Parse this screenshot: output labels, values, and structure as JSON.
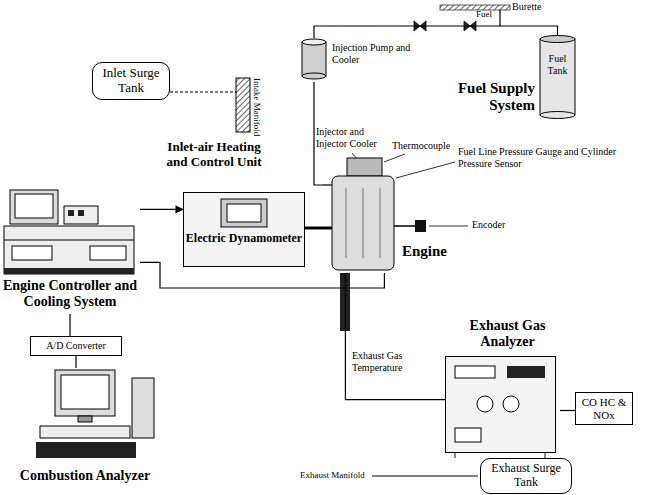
{
  "diagram": {
    "nodes": [
      {
        "text": [
          "Inlet Surge Tank"
        ]
      },
      {
        "text": [
          "Fuel Tank",
          "Fuel Supply System"
        ]
      },
      {
        "text": [
          "Injection Pump and Cooler"
        ]
      },
      {
        "text": [
          "Engine Controller and Cooling System"
        ]
      },
      {
        "text": [
          "Electric Dynamometer"
        ]
      },
      {
        "text": [
          "Engine"
        ]
      },
      {
        "text": [
          "A/D Converter"
        ]
      },
      {
        "text": [
          "Combustion Analyzer"
        ]
      },
      {
        "text": [
          "Exhaust Gas Analyzer"
        ]
      },
      {
        "text": [
          "CO HC & NOx"
        ]
      },
      {
        "text": [
          "Exhaust Surge Tank"
        ]
      }
    ],
    "edges": [
      {
        "from": 1,
        "to": 2,
        "arrow": "none"
      },
      {
        "from": 2,
        "to": 5,
        "arrow": "none"
      },
      {
        "from": 3,
        "to": 4,
        "arrow": "to"
      },
      {
        "from": 3,
        "to": 5,
        "arrow": "none"
      },
      {
        "from": 3,
        "to": 6,
        "arrow": "none"
      },
      {
        "from": 6,
        "to": 7,
        "arrow": "none"
      },
      {
        "from": 5,
        "to": 8,
        "arrow": "none"
      },
      {
        "from": 8,
        "to": 9,
        "arrow": "none"
      }
    ],
    "labels": [
      "Burette",
      "Fuel",
      "Intake Manifold",
      "Inlet-air Heating and Control Unit",
      "Injector and Injector Cooler",
      "Thermocouple",
      "Fuel Line Pressure Gauge and Cylinder Pressure Sensor",
      "Encoder",
      "Exhaust Gas Temperature",
      "Exhaust Manifold"
    ]
  }
}
